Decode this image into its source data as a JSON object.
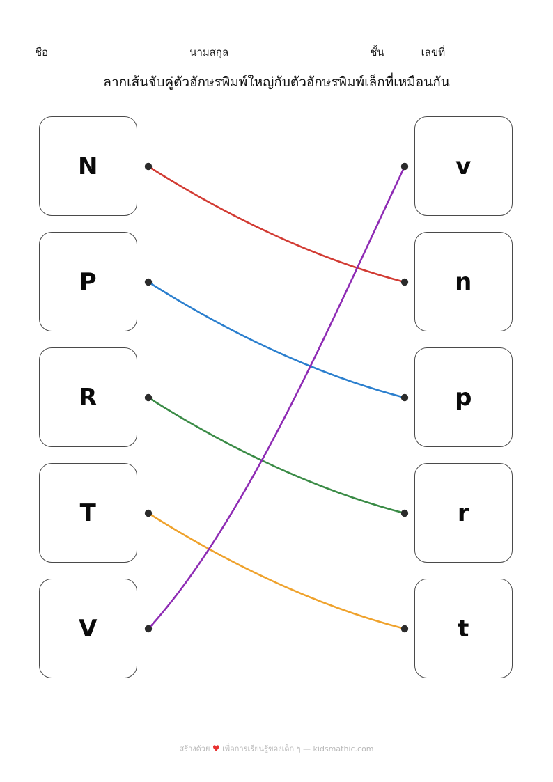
{
  "header": {
    "name_label": "ชื่อ",
    "lastname_label": "นามสกุล",
    "class_label": "ชั้น",
    "number_label": "เลขที่"
  },
  "title": "ลากเส้นจับคู่ตัวอักษรพิมพ์ใหญ่กับตัวอักษรพิมพ์เล็กที่เหมือนกัน",
  "left_column": [
    {
      "letter": "N"
    },
    {
      "letter": "P"
    },
    {
      "letter": "R"
    },
    {
      "letter": "T"
    },
    {
      "letter": "V"
    }
  ],
  "right_column": [
    {
      "letter": "v"
    },
    {
      "letter": "n"
    },
    {
      "letter": "p"
    },
    {
      "letter": "r"
    },
    {
      "letter": "t"
    }
  ],
  "connections": [
    {
      "from": "N",
      "to": "n",
      "color": "#d23b33",
      "from_row": 0,
      "to_row": 1
    },
    {
      "from": "P",
      "to": "p",
      "color": "#2b7fce",
      "from_row": 1,
      "to_row": 2
    },
    {
      "from": "R",
      "to": "r",
      "color": "#3a8b46",
      "from_row": 2,
      "to_row": 3
    },
    {
      "from": "T",
      "to": "t",
      "color": "#efa22c",
      "from_row": 3,
      "to_row": 4
    },
    {
      "from": "V",
      "to": "v",
      "color": "#8e2bb4",
      "from_row": 4,
      "to_row": 0
    }
  ],
  "dot_color": "#2b2b2b",
  "footer": {
    "prefix": "สร้างด้วย",
    "heart": "♥",
    "suffix": "เพื่อการเรียนรู้ของเด็ก ๆ — kidsmathic.com"
  }
}
